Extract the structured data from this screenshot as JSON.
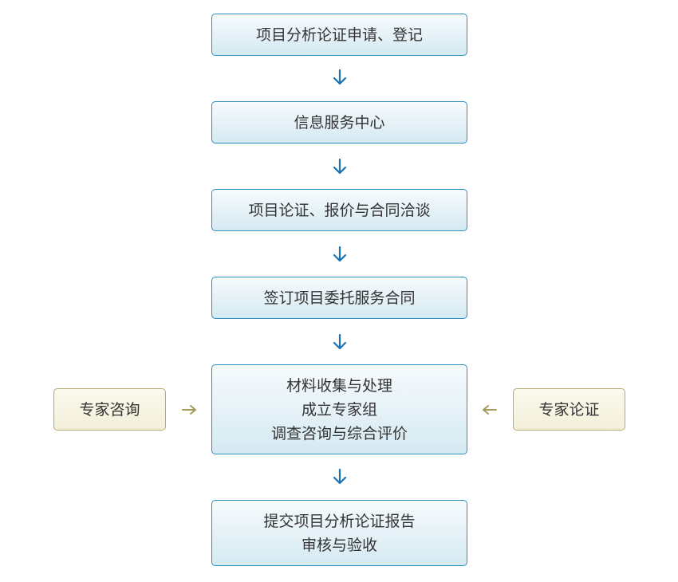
{
  "steps": [
    {
      "lines": [
        "项目分析论证申请、登记"
      ]
    },
    {
      "lines": [
        "信息服务中心"
      ]
    },
    {
      "lines": [
        "项目论证、报价与合同洽谈"
      ]
    },
    {
      "lines": [
        "签订项目委托服务合同"
      ]
    },
    {
      "lines": [
        "材料收集与处理",
        "成立专家组",
        "调查咨询与综合评价"
      ]
    },
    {
      "lines": [
        "提交项目分析论证报告",
        "审核与验收"
      ]
    }
  ],
  "side_inputs": {
    "left": "专家咨询",
    "right": "专家论证"
  },
  "colors": {
    "main_border": "#2c8fc0",
    "main_fill": "#e4f1f7",
    "side_border": "#b5aa74",
    "side_fill": "#f3efda",
    "down_arrow": "#1a73b5",
    "side_arrow": "#a89a5a"
  }
}
